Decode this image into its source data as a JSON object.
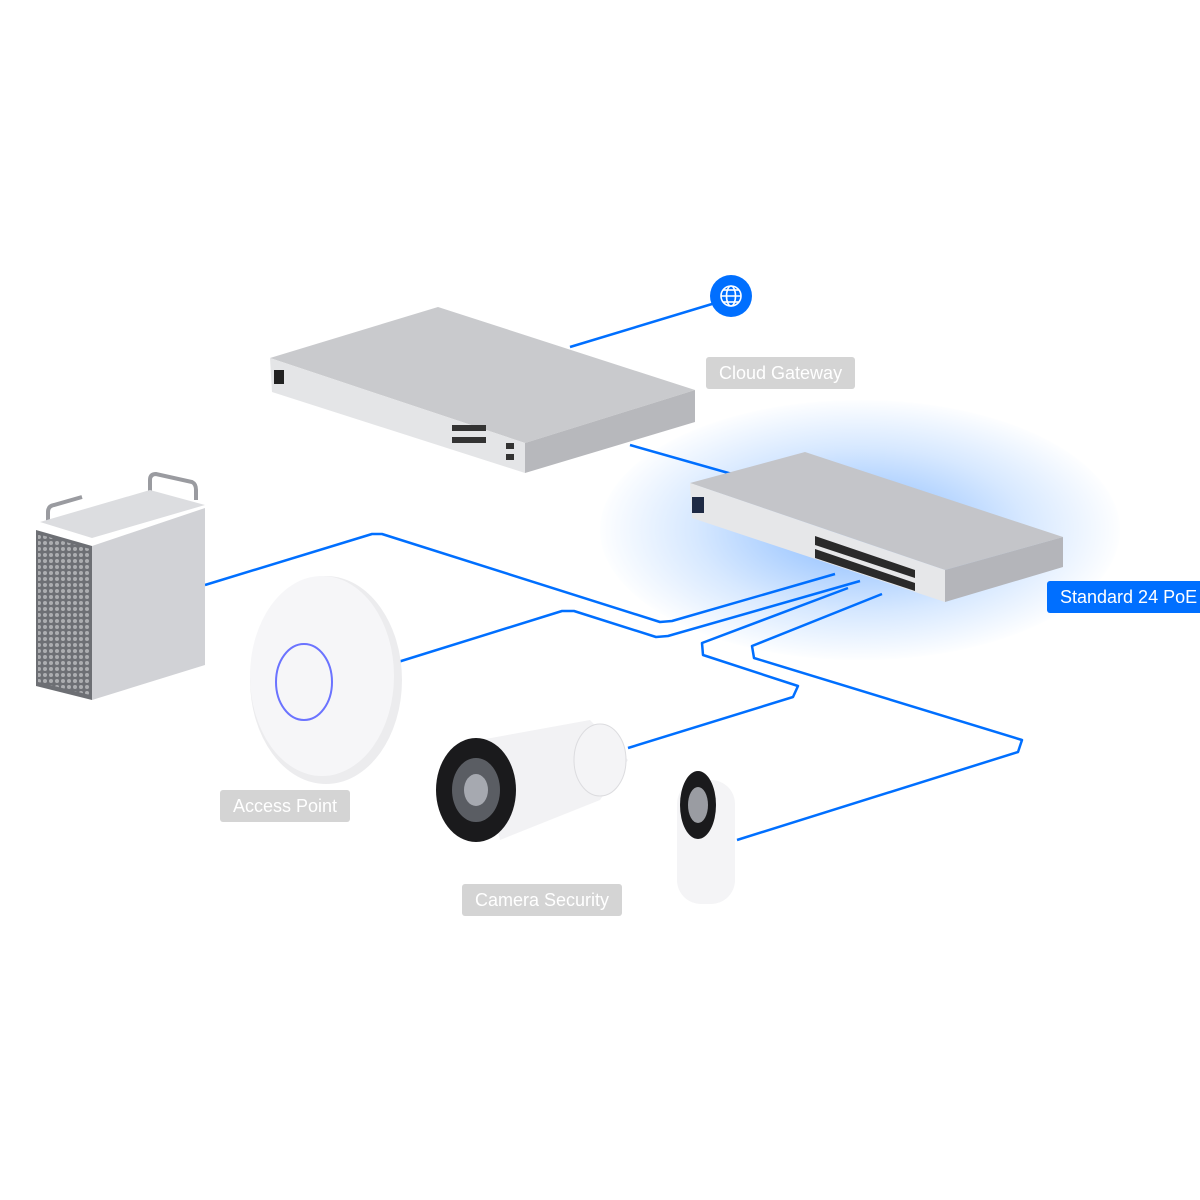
{
  "labels": {
    "cloud_gateway": "Cloud Gateway",
    "switch": "Standard 24 PoE",
    "access_point": "Access Point",
    "camera_security": "Camera Security"
  },
  "icons": {
    "internet": "globe-icon"
  },
  "colors": {
    "cable": "#006fff",
    "label_gray": "#d4d4d4",
    "label_blue": "#006fff"
  }
}
